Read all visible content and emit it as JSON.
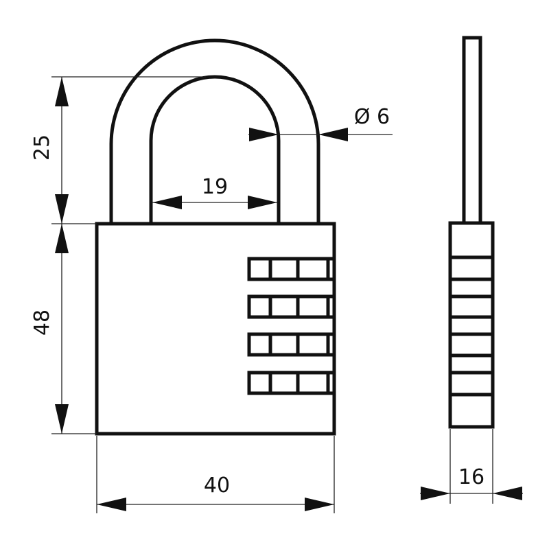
{
  "drawing": {
    "dimensions": {
      "shackle_clearance_height": "25",
      "body_height": "48",
      "body_width": "40",
      "shackle_inner_width": "19",
      "shackle_diameter": "Ø 6",
      "body_thickness": "16"
    },
    "combination_wheels": 4,
    "line_color": "#111111"
  }
}
